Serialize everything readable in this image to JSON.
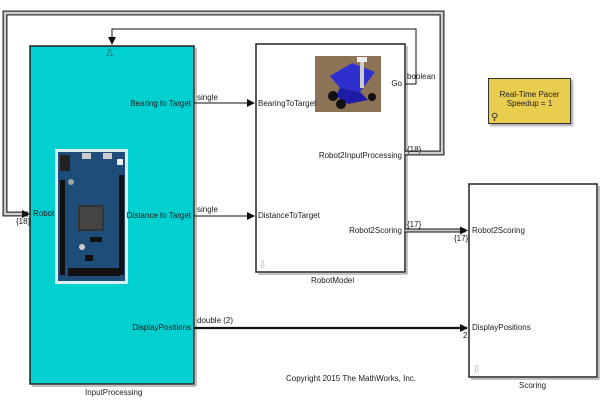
{
  "diagram": {
    "blocks": {
      "input_processing": {
        "name": "InputProcessing",
        "color": "#00d0d0",
        "trigger_symbol": "⎍",
        "input_ports": [
          "Robot"
        ],
        "output_ports": [
          "Bearing to Target",
          "Distance to Target",
          "DisplayPositions"
        ],
        "image": "arduino-board"
      },
      "robot_model": {
        "name": "RobotModel",
        "input_ports": [
          "BearingToTarget",
          "DistanceToTarget"
        ],
        "output_ports": [
          "Go",
          "Robot2InputProcessing",
          "Robot2Scoring"
        ],
        "image": "robot-rover"
      },
      "scoring": {
        "name": "Scoring",
        "input_ports": [
          "Robot2Scoring",
          "DisplayPositions"
        ]
      },
      "pacer": {
        "line1": "Real-Time Pacer",
        "line2": "Speedup = 1",
        "color": "#e8cd4f"
      }
    },
    "signals": {
      "bearing": "single",
      "distance": "single",
      "display": "double (2)",
      "display_width": "2",
      "go": "boolean",
      "feedback_bus_out": "{18}",
      "feedback_bus_in": "{18}",
      "scoring_bus_out": "{17}",
      "scoring_bus_in": "{17}"
    },
    "copyright": "Copyright 2015 The MathWorks, Inc."
  }
}
